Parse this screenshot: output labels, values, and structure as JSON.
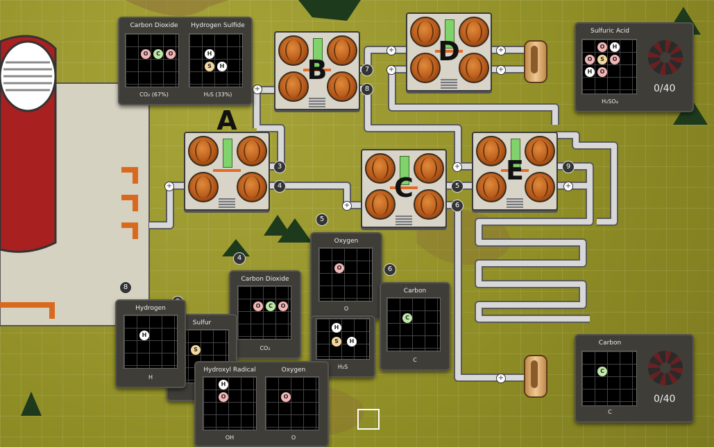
{
  "reactors": [
    {
      "id": "A",
      "label": "A"
    },
    {
      "id": "B",
      "label": "B"
    },
    {
      "id": "C",
      "label": "C"
    },
    {
      "id": "D",
      "label": "D"
    },
    {
      "id": "E",
      "label": "E"
    }
  ],
  "ports": [
    "3",
    "4",
    "5",
    "6",
    "7",
    "8",
    "9",
    "5",
    "6",
    "7",
    "8",
    "4"
  ],
  "atoms": {
    "C": {
      "symbol": "C",
      "color": "#bfe8a8"
    },
    "O": {
      "symbol": "O",
      "color": "#f3b6b6"
    },
    "H": {
      "symbol": "H",
      "color": "#ffffff"
    },
    "S": {
      "symbol": "S",
      "color": "#f5d8a0"
    }
  },
  "input_panel_top": {
    "left_title": "Carbon Dioxide",
    "left_formula": "CO₂ (67%)",
    "right_title": "Hydrogen Sulfide",
    "right_formula": "H₂S (33%)"
  },
  "output_sulfuric": {
    "title": "Sulfuric Acid",
    "formula": "H₂SO₄",
    "count": "0/40"
  },
  "output_carbon": {
    "title": "Carbon",
    "formula": "C",
    "count": "0/40"
  },
  "info_panels": {
    "oxygen": {
      "title": "Oxygen",
      "formula": "O"
    },
    "h2s": {
      "formula": "H₂S"
    },
    "carbon_dioxide": {
      "title": "Carbon Dioxide",
      "formula": "CO₂"
    },
    "carbon": {
      "title": "Carbon",
      "formula": "C"
    },
    "hydrogen": {
      "title": "Hydrogen",
      "formula": "H"
    },
    "sulfur": {
      "title": "Sulfur",
      "formula": "S"
    },
    "hydroxyl": {
      "title": "Hydroxyl Radical",
      "formula": "OH"
    },
    "oxygen2": {
      "title": "Oxygen",
      "formula": "O"
    }
  }
}
